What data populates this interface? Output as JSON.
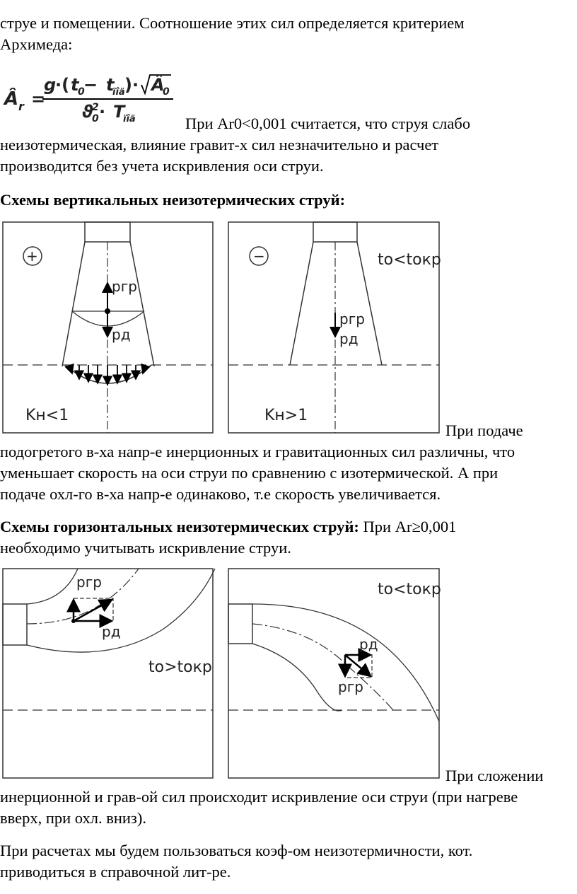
{
  "intro": {
    "line1": "струе и помещении. Соотношение этих сил определяется критерием",
    "line2": "Архимеда:"
  },
  "formula": {
    "lhs": "Â",
    "lhs_sub": "r",
    "equals": "=",
    "num_g": "g",
    "num_open": "·(",
    "num_t0": "t",
    "num_t0_sub": "0",
    "num_minus": " − ",
    "num_t": "t",
    "num_t_sub": "ïîä",
    "num_close": ")·",
    "num_root": "Â",
    "num_root_sub": "0",
    "den_theta": "ϑ",
    "den_sup": "2",
    "den_sub": "0",
    "den_dot": " · ",
    "den_T": "T",
    "den_T_sub": "ïîä"
  },
  "para1": {
    "line1": "При Ar0<0,001 считается, что струя слабо",
    "line2": "неизотермическая, влияние гравит-х сил незначительно и расчет",
    "line3": "производится без учета искривления оси струи."
  },
  "heading1": "Схемы вертикальных неизотермических струй:",
  "vfig": {
    "left": {
      "sign": "+",
      "force_up": "pгр",
      "force_down": "pд",
      "coef": "Kн<1"
    },
    "right": {
      "sign": "−",
      "temp": "to<tокр",
      "force_up": "pгр",
      "force_down": "pд",
      "coef": "Kн>1"
    }
  },
  "para2": {
    "line1": "При подаче",
    "line2": "подогретого в-ха напр-е инерционных и гравитационных сил различны, что",
    "line3": "уменьшает скорость на оси струи по сравнению с изотермической. А при",
    "line4": "подаче охл-го в-ха напр-е одинаково, т.е скорость увеличивается."
  },
  "heading2": {
    "bold": "Схемы горизонтальных неизотермических струй:",
    "normal": " При Ar≥0,001",
    "line2": "необходимо учитывать искривление струи."
  },
  "hfig": {
    "left": {
      "force_up": "pгр",
      "force_side": "pд",
      "temp": "to>tокр"
    },
    "right": {
      "temp": "to<tокр",
      "force_side": "pд",
      "force_down": "pгр"
    }
  },
  "para3": {
    "line1": "При сложении",
    "line2": "инерционной и грав-ой сил происходит искривление оси струи (при нагреве",
    "line3": "вверх, при охл. вниз)."
  },
  "para4": {
    "line1": "При расчетах мы будем пользоваться коэф-ом неизотермичности, кот.",
    "line2": "приводиться в справочной лит-ре."
  }
}
